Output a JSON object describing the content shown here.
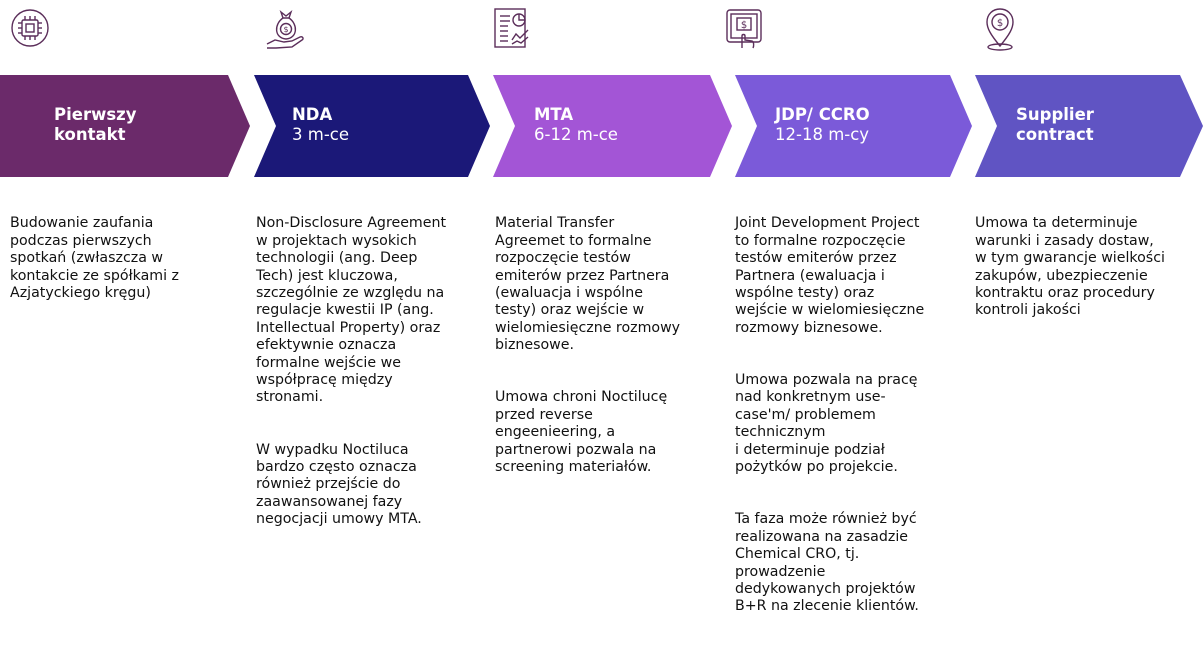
{
  "colors": {
    "stage1": "#6B2A6A",
    "stage2": "#1B1878",
    "stage3": "#A355D6",
    "stage4": "#7B5AD9",
    "stage5": "#6054C3",
    "icon": "#5B2E5A"
  },
  "stages": [
    {
      "icon": "chip-icon",
      "title": "Pierwszy\nkontakt",
      "subtitle": "",
      "description": [
        "Budowanie zaufania\npodczas pierwszych\nspotkań (zwłaszcza w\nkontakcie ze spółkami z\nAzjatyckiego kręgu)"
      ]
    },
    {
      "icon": "money-bag-hand-icon",
      "title": "NDA",
      "subtitle": "3 m-ce",
      "description": [
        "Non-Disclosure Agreement\nw projektach wysokich\ntechnologii (ang. Deep\nTech) jest kluczowa,\nszczególnie ze względu na\nregulacje kwestii IP (ang.\nIntellectual Property) oraz\nefektywnie oznacza\nformalne wejście we\nwspółpracę między\nstronami.",
        "W wypadku Noctiluca\nbardzo często oznacza\nrównież przejście do\nzaawansowanej fazy\nnegocjacji umowy MTA."
      ]
    },
    {
      "icon": "report-chart-icon",
      "title": "MTA",
      "subtitle": "6-12 m-ce",
      "description": [
        "Material Transfer\nAgreemet to formalne\nrozpoczęcie testów\nemiterów przez Partnera\n(ewaluacja i wspólne\ntesty) oraz wejście w\nwielomiesięczne rozmowy\nbiznesowe.",
        "Umowa chroni Noctilucę\nprzed reverse\nengeenieering, a\npartnerowi pozwala na\nscreening materiałów."
      ]
    },
    {
      "icon": "tablet-payment-icon",
      "title": "JDP/ CCRO",
      "subtitle": "12-18 m-cy",
      "description": [
        "Joint Development Project\nto formalne rozpoczęcie\ntestów emiterów przez\nPartnera (ewaluacja i\nwspólne testy) oraz\nwejście w wielomiesięczne\nrozmowy biznesowe.",
        "Umowa pozwala na pracę\nnad konkretnym use-\ncase'm/ problemem\ntechnicznym\ni determinuje podział\npożytków po projekcie.",
        "Ta faza może również być\nrealizowana na zasadzie\nChemical CRO, tj.\nprowadzenie\ndedykowanych projektów\nB+R na zlecenie klientów."
      ]
    },
    {
      "icon": "location-dollar-icon",
      "title": "Supplier\ncontract",
      "subtitle": "",
      "description": [
        "Umowa ta determinuje\nwarunki i zasady dostaw,\nw tym gwarancje wielkości\nzakupów, ubezpieczenie\nkontraktu oraz procedury\nkontroli jakości"
      ]
    }
  ]
}
